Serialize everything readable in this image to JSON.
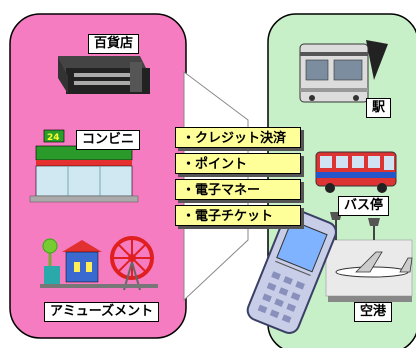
{
  "left_panel": {
    "color": "#f57cc0",
    "places": [
      {
        "id": "department-store",
        "label": "百貨店"
      },
      {
        "id": "convenience-store",
        "label": "コンビニ"
      },
      {
        "id": "amusement",
        "label": "アミューズメント"
      }
    ]
  },
  "right_panel": {
    "color": "#c8f0c8",
    "places": [
      {
        "id": "station",
        "label": "駅"
      },
      {
        "id": "bus-stop",
        "label": "バス停"
      },
      {
        "id": "airport",
        "label": "空港"
      }
    ]
  },
  "center": {
    "color": "#ffff99",
    "services": [
      "・クレジット決済",
      "・ポイント",
      "・電子マネー",
      "・電子チケット"
    ]
  },
  "icons": [
    "department-store-icon",
    "convenience-store-icon",
    "amusement-park-icon",
    "train-icon",
    "bus-icon",
    "airplane-icon",
    "mobile-phone-icon"
  ]
}
